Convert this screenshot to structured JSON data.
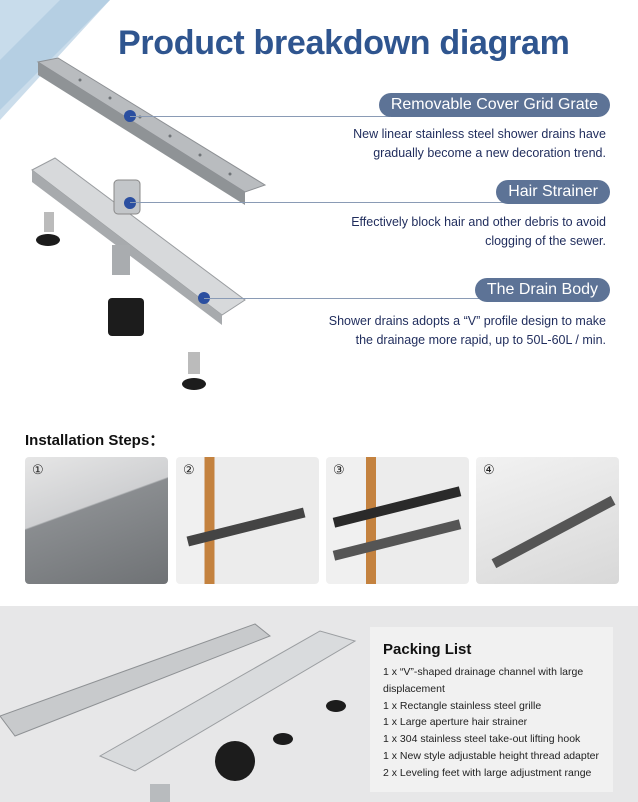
{
  "title": "Product breakdown diagram",
  "components": [
    {
      "label": "Removable Cover Grid Grate",
      "desc1": "New linear stainless steel shower drains have",
      "desc2": "gradually become a new decoration trend."
    },
    {
      "label": "Hair Strainer",
      "desc1": "Effectively block hair and other debris to avoid",
      "desc2": "clogging of the sewer."
    },
    {
      "label": "The Drain Body",
      "desc1": "Shower drains adopts a “V” profile design to make",
      "desc2": "the drainage more rapid, up to 50L-60L / min."
    }
  ],
  "installation": {
    "title": "Installation  Steps：",
    "steps": [
      "①",
      "②",
      "③",
      "④"
    ]
  },
  "packing": {
    "title": "Packing  List",
    "items": [
      "1 x “V”-shaped drainage channel with large displacement",
      "1 x Rectangle stainless steel grille",
      "1 x Large aperture hair strainer",
      "1 x 304 stainless steel take-out lifting hook",
      "1 x New style adjustable height thread adapter",
      "2 x Leveling feet with large adjustment range"
    ]
  },
  "colors": {
    "title": "#2f558f",
    "pill": "#5d7396",
    "desc": "#1f2c5c"
  }
}
